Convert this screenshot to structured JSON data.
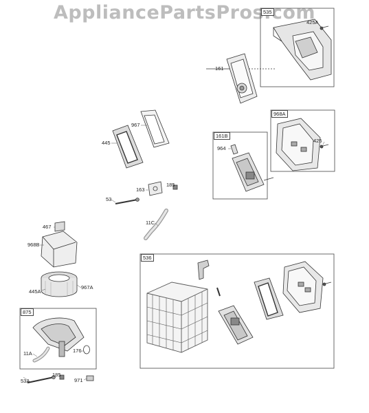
{
  "watermark": "AppliancePartsPros.com",
  "boxes": {
    "b1": "535",
    "b2": "968A",
    "b3": "161B",
    "b4": "536",
    "b5": "875"
  },
  "labels": {
    "425A": "425A",
    "161": "161",
    "967": "967",
    "445": "445",
    "425": "425",
    "964": "964",
    "163": "163",
    "185a": "185",
    "53": "53",
    "11C": "11C",
    "467": "467",
    "968B": "968B",
    "445A": "445A",
    "967A": "967A",
    "11A": "11A",
    "176": "176",
    "53A": "53A",
    "185b": "185",
    "971": "971"
  }
}
